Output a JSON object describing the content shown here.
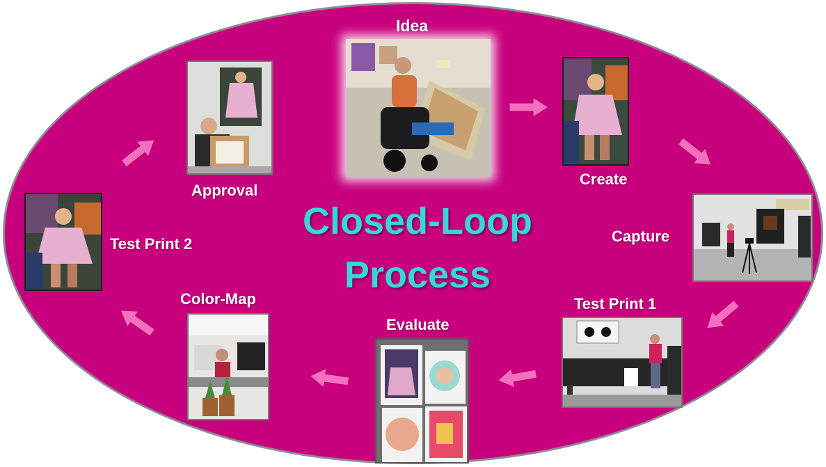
{
  "diagram": {
    "title_line1": "Closed-Loop",
    "title_line2": "Process",
    "steps": {
      "idea": "Idea",
      "create": "Create",
      "capture": "Capture",
      "test_print_1": "Test Print 1",
      "evaluate": "Evaluate",
      "color_map": "Color-Map",
      "test_print_2": "Test Print 2",
      "approval": "Approval"
    }
  },
  "colors": {
    "ellipse_fill": "#c8007e",
    "ellipse_border": "#8c8c96",
    "title": "#38d6dc",
    "arrow": "#f46fc0",
    "label": "#ffffff"
  },
  "icons": [
    "arrow-right-icon",
    "arrow-down-right-icon",
    "arrow-down-left-icon",
    "arrow-left-icon",
    "arrow-up-left-icon",
    "arrow-up-right-icon"
  ]
}
